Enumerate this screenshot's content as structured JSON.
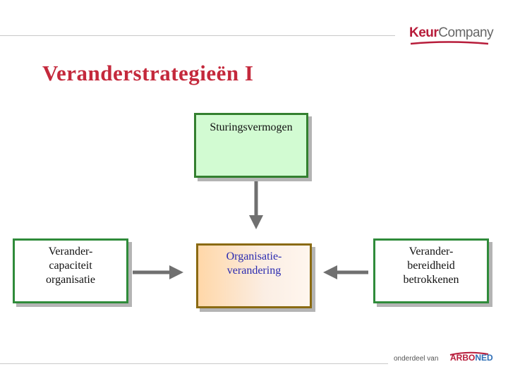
{
  "logo": {
    "keur": "Keur",
    "company": "Company"
  },
  "title": "Veranderstrategieën I",
  "boxes": {
    "sturing": "Sturingsvermogen",
    "capaciteit": "Verander-\ncapaciteit\norganisatie",
    "organisatie": "Organisatie-\nverandering",
    "bereidheid": "Verander-\nbereidheid\nbetrokkenen"
  },
  "footer": {
    "text": "onderdeel van",
    "brand_arbo": "ARBO",
    "brand_ned": "NED"
  },
  "colors": {
    "title": "#c4293c",
    "keur": "#b71c3a",
    "box_border_green": "#2f8b3a",
    "box_fill_green": "#d2fbd2",
    "arrow": "#707070"
  }
}
